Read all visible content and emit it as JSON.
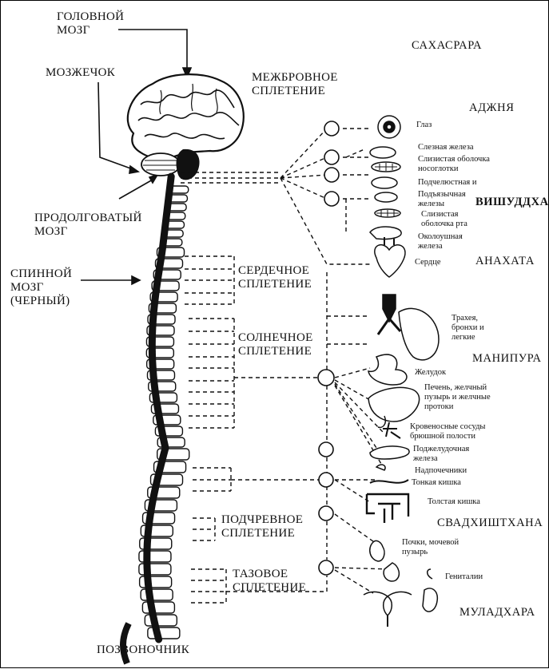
{
  "labels": {
    "brain": "ГОЛОВНОЙ\nМОЗГ",
    "cerebellum": "МОЗЖЕЧОК",
    "medulla": "ПРОДОЛГОВАТЫЙ\nМОЗГ",
    "spinal_cord": "СПИННОЙ\nМОЗГ\n(ЧЕРНЫЙ)",
    "spine": "ПОЗВОНОЧНИК"
  },
  "plexuses": {
    "interbrow": "МЕЖБРОВНОЕ\nСПЛЕТЕНИЕ",
    "cardiac": "СЕРДЕЧНОЕ\nСПЛЕТЕНИЕ",
    "solar": "СОЛНЕЧНОЕ\nСПЛЕТЕНИЕ",
    "hypogastric": "ПОДЧРЕВНОЕ\nСПЛЕТЕНИЕ",
    "pelvic": "ТАЗОВОЕ\nСПЛЕТЕНИЕ"
  },
  "chakras": {
    "sahasrara": "САХАСРАРА",
    "ajna": "АДЖНЯ",
    "vishuddha": "ВИШУДДХА",
    "anahata": "АНАХАТА",
    "manipura": "МАНИПУРА",
    "svadhisthana": "СВАДХИШТХАНА",
    "muladhara": "МУЛАДХАРА"
  },
  "organs": {
    "eye": "Глаз",
    "lacrimal": "Слезная железа",
    "nasopharynx": "Слизистая оболочка\nносоглотки",
    "submandibular": "Подчелюстная и",
    "sublingual": "Подъязычная\nжелезы",
    "mouth_mucosa": "Слизистая\nоболочка рта",
    "parotid": "Околоушная\nжелеза",
    "heart": "Сердце",
    "lungs": "Трахея,\nбронхи и\nлегкие",
    "stomach": "Желудок",
    "liver": "Печень, желчный\nпузырь и желчные\nпротоки",
    "vessels": "Кровеносные сосуды\nбрюшной полости",
    "pancreas": "Поджелудочная\nжелеза",
    "adrenals": "Надпочечники",
    "small_intestine": "Тонкая кишка",
    "large_intestine": "Толстая кишка",
    "kidneys": "Почки, мочевой\nпузырь",
    "genitals": "Гениталии"
  }
}
